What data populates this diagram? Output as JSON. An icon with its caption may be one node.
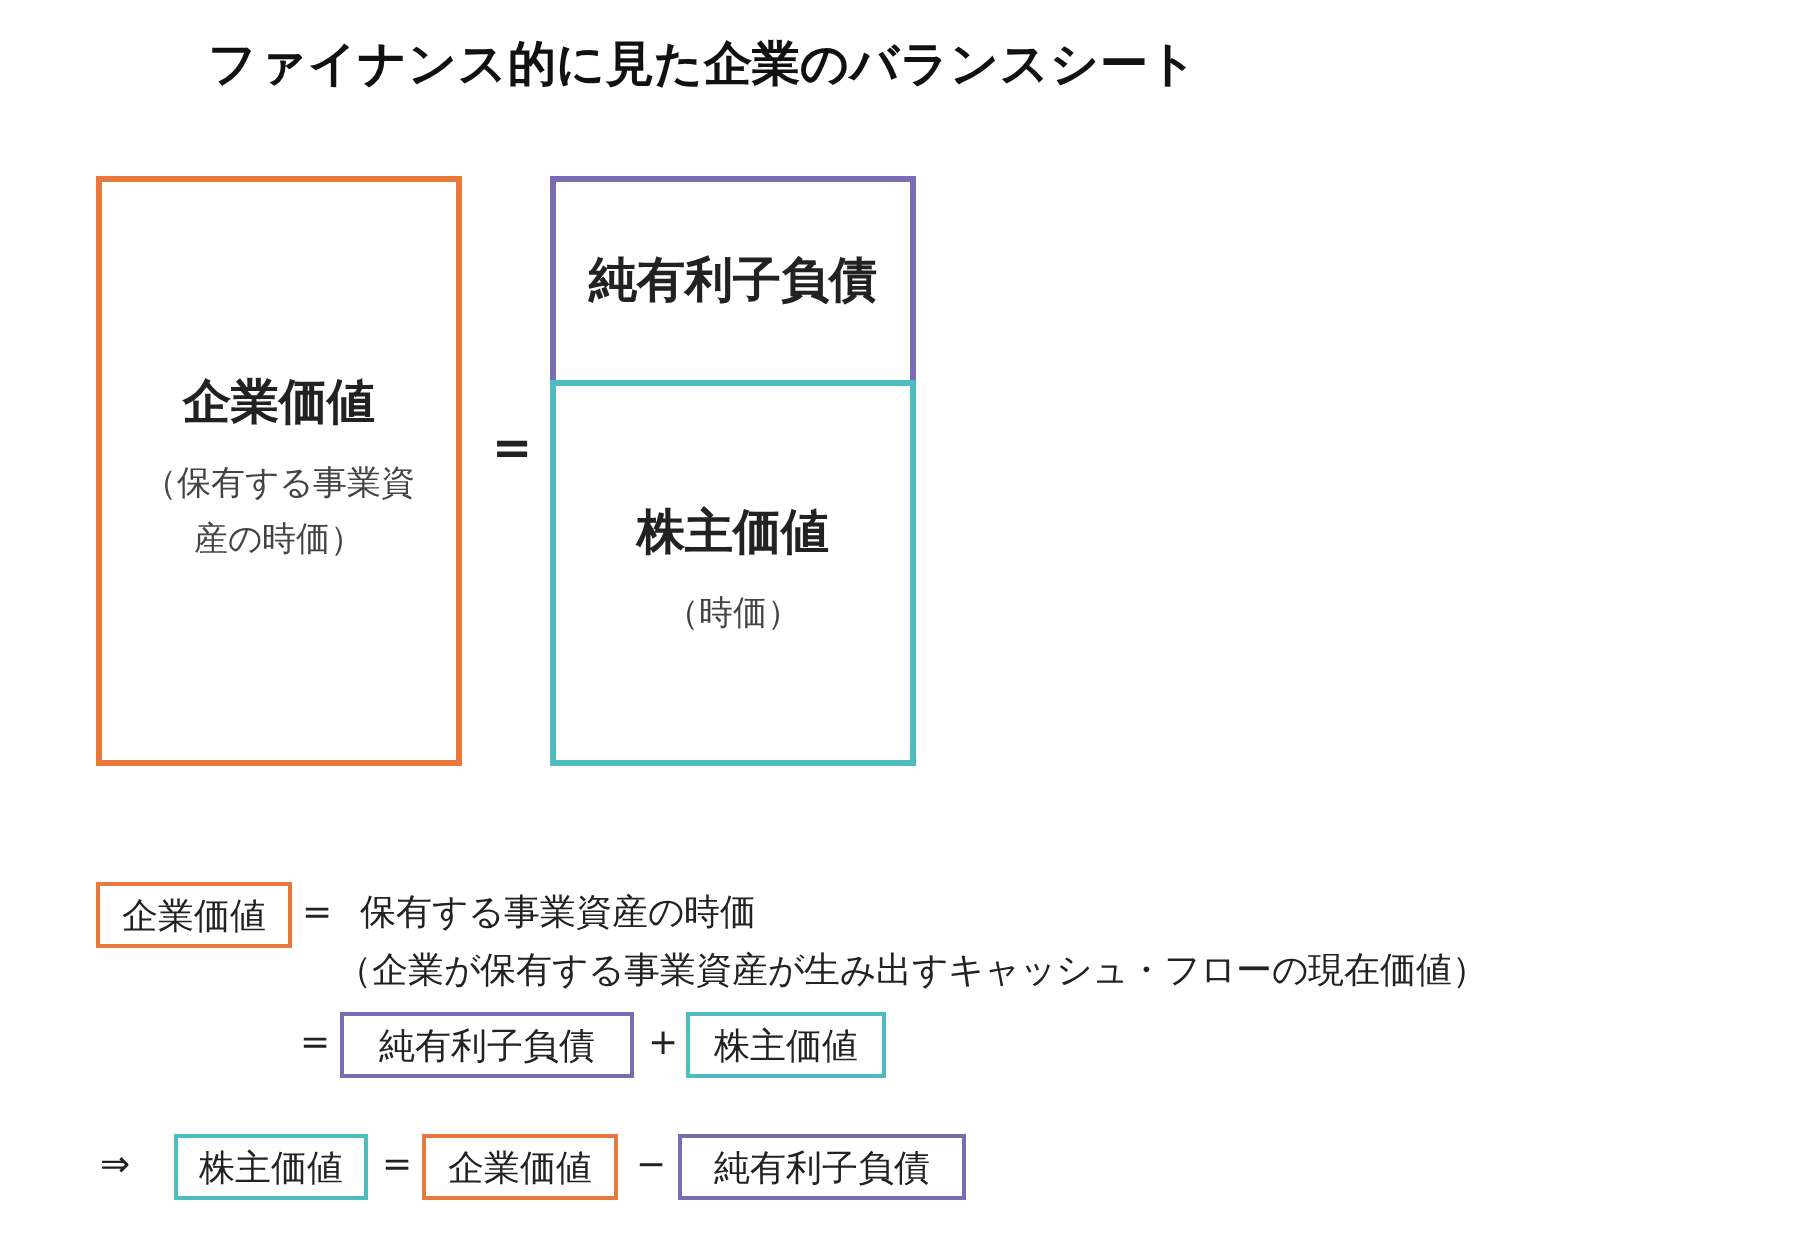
{
  "diagram": {
    "title": "ファイナンス的に見た企業のバランスシート",
    "nodes": [
      {
        "text": [
          "企業価値",
          "（保有する事業資産の時価）"
        ]
      },
      {
        "text": [
          "純有利子負債"
        ]
      },
      {
        "text": [
          "株主価値",
          "（時価）"
        ]
      },
      {
        "text": [
          "企業価値"
        ]
      },
      {
        "text": [
          "純有利子負債"
        ]
      },
      {
        "text": [
          "株主価値"
        ]
      },
      {
        "text": [
          "株主価値"
        ]
      },
      {
        "text": [
          "企業価値"
        ]
      },
      {
        "text": [
          "純有利子負債"
        ]
      }
    ],
    "labels": [
      "=",
      "=",
      "保有する事業資産の時価",
      "（企業が保有する事業資産が生み出すキャッシュ・フローの現在価値）",
      "=",
      "+",
      "⇒",
      "=",
      "−"
    ]
  }
}
